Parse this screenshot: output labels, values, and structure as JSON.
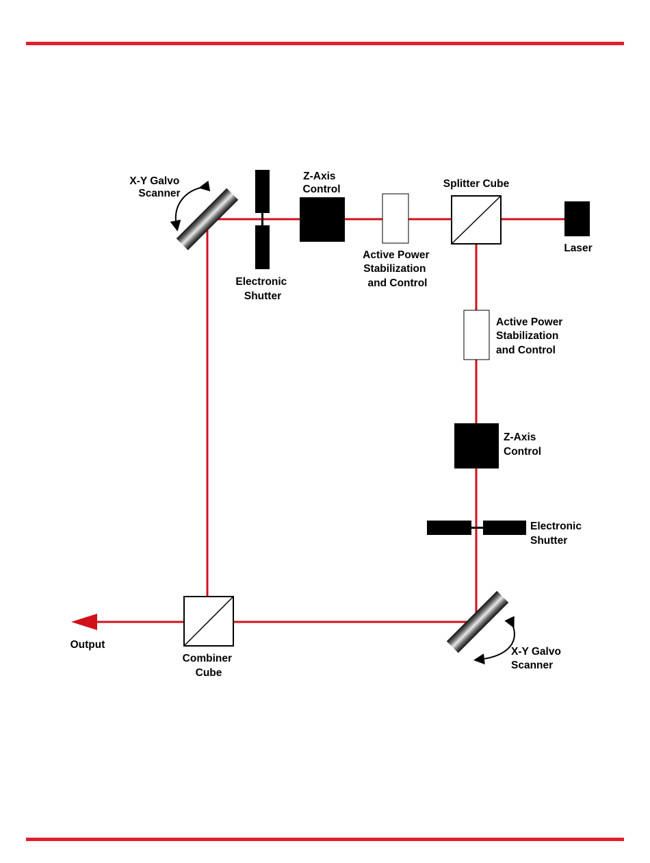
{
  "colors": {
    "rule": "#e31e2a",
    "beam": "#d0111b",
    "component": "#000000",
    "background": "#ffffff"
  },
  "labels": {
    "galvo_top": [
      "X-Y Galvo",
      "Scanner"
    ],
    "zaxis_top": [
      "Z-Axis",
      "Control"
    ],
    "splitter": "Splitter Cube",
    "laser": "Laser",
    "apsc_top": [
      "Active Power",
      "Stabilization",
      "and Control"
    ],
    "shutter_top": [
      "Electronic",
      "Shutter"
    ],
    "apsc_right": [
      "Active Power",
      "Stabilization",
      "and Control"
    ],
    "zaxis_right": [
      "Z-Axis",
      "Control"
    ],
    "shutter_right": [
      "Electronic",
      "Shutter"
    ],
    "galvo_bottom": [
      "X-Y Galvo",
      "Scanner"
    ],
    "combiner": [
      "Combiner",
      "Cube"
    ],
    "output": "Output"
  }
}
